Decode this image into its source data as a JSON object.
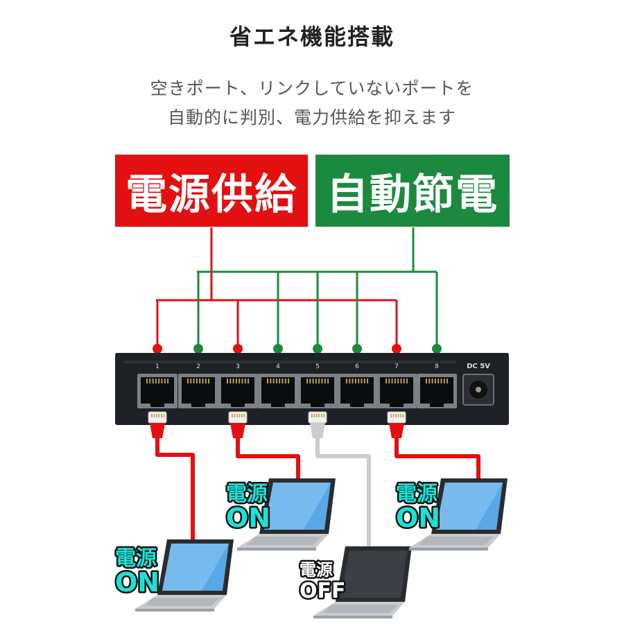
{
  "title": "省エネ機能搭載",
  "subtitle": {
    "line1": "空きポート、リンクしていないポートを",
    "line2": "自動的に判別、電力供給を抑えます"
  },
  "modes": {
    "power": {
      "label": "電源供給",
      "color": "#e21010"
    },
    "saving": {
      "label": "自動節電",
      "color": "#1b8a3f"
    }
  },
  "switch": {
    "ports": [
      {
        "number": "1",
        "mode": "power"
      },
      {
        "number": "2",
        "mode": "saving"
      },
      {
        "number": "3",
        "mode": "power"
      },
      {
        "number": "4",
        "mode": "saving"
      },
      {
        "number": "5",
        "mode": "saving"
      },
      {
        "number": "6",
        "mode": "saving"
      },
      {
        "number": "7",
        "mode": "power"
      },
      {
        "number": "8",
        "mode": "saving"
      }
    ],
    "dc_label": "DC 5V"
  },
  "devices": [
    {
      "port": "1",
      "line1": "電源",
      "line2": "ON",
      "state": "on"
    },
    {
      "port": "3",
      "line1": "電源",
      "line2": "ON",
      "state": "on"
    },
    {
      "port": "5",
      "line1": "電源",
      "line2": "OFF",
      "state": "off"
    },
    {
      "port": "7",
      "line1": "電源",
      "line2": "ON",
      "state": "on"
    }
  ],
  "colors": {
    "cable_on": "#e21010",
    "cable_off": "#cccccc",
    "switch_body": "#1e2226",
    "label_on": "#19e3d6"
  }
}
